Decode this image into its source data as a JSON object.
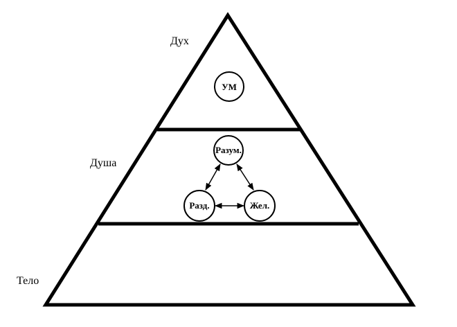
{
  "levels": {
    "spirit": "Дух",
    "soul": "Душа",
    "body": "Тело"
  },
  "nodes": {
    "mind": "УМ",
    "reason": "Разум.",
    "anger": "Разд.",
    "desire": "Жел."
  },
  "colors": {
    "stroke": "#000000",
    "background": "#ffffff"
  }
}
